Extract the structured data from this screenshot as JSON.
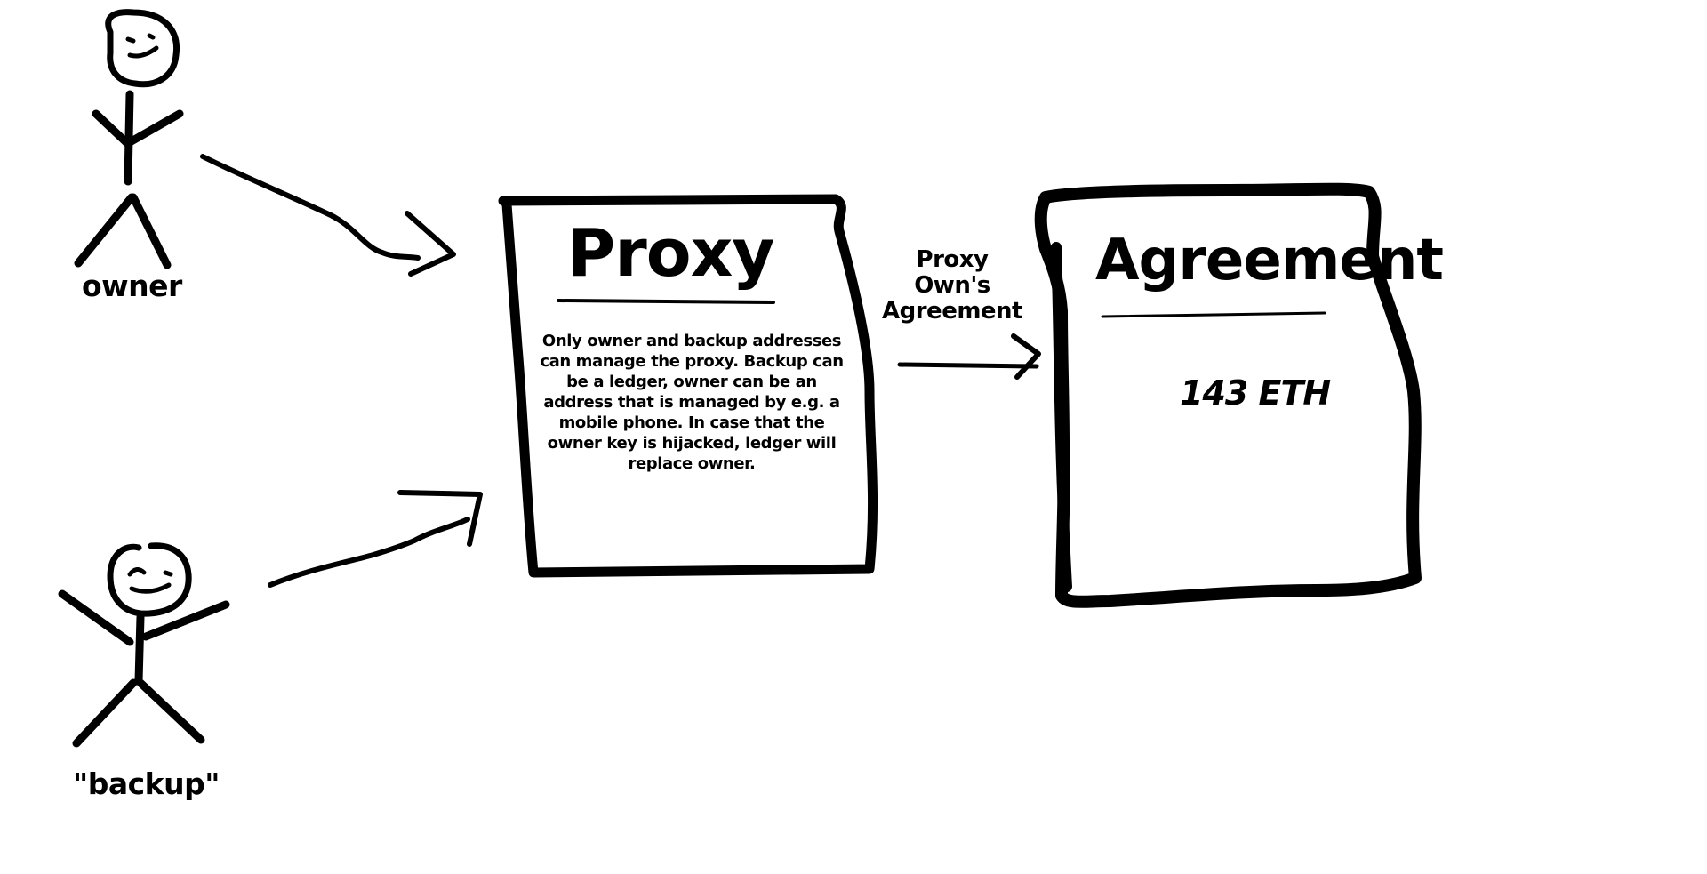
{
  "diagram": {
    "actors": {
      "owner": {
        "label": "owner",
        "icon": "stick-figure-icon"
      },
      "backup": {
        "label": "\"backup\"",
        "icon": "stick-figure-icon"
      }
    },
    "proxy": {
      "title": "Proxy",
      "description": "Only owner and backup addresses can manage the proxy. Backup can be a ledger, owner can be an address that is managed by e.g. a mobile phone. In case that the owner key is hijacked, ledger will replace owner."
    },
    "relation": {
      "lines": [
        "Proxy",
        "Own's",
        "Agreement"
      ]
    },
    "agreement": {
      "title": "Agreement",
      "amount": "143 ETH"
    },
    "colors": {
      "ink": "#000000",
      "background": "#ffffff"
    }
  }
}
